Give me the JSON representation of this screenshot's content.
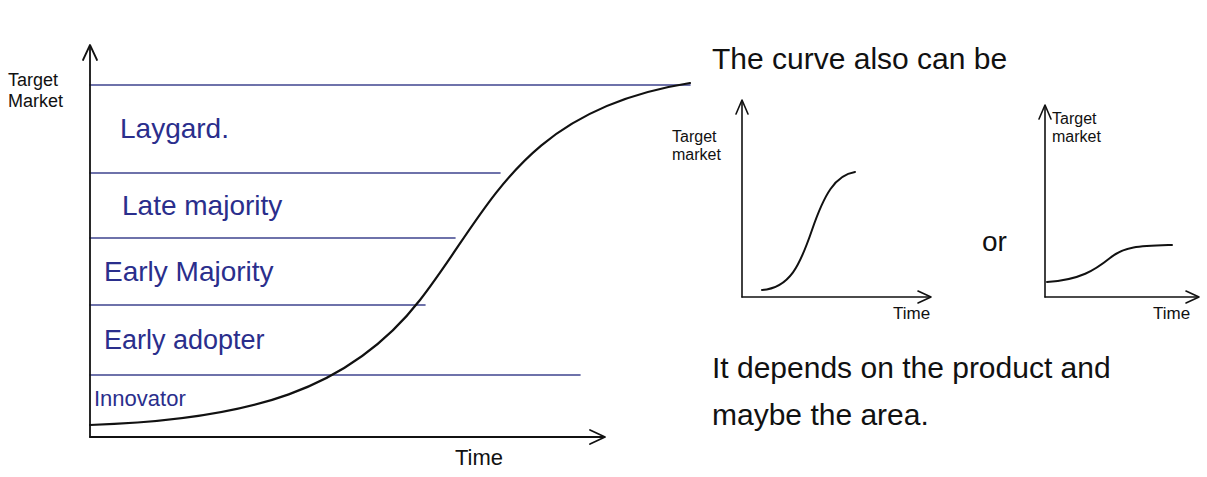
{
  "diagram": {
    "nodes": [
      {
        "text": [
          "Laygard."
        ]
      },
      {
        "text": [
          "Late majority"
        ]
      },
      {
        "text": [
          "Early Majority"
        ]
      },
      {
        "text": [
          "Early adopter"
        ]
      },
      {
        "text": [
          "Innovator"
        ]
      }
    ],
    "labels": [
      "Target Market",
      "Time",
      "The curve also can be",
      "Target market",
      "Time",
      "or",
      "Target market",
      "Time",
      "It depends on the product and maybe the area."
    ]
  }
}
